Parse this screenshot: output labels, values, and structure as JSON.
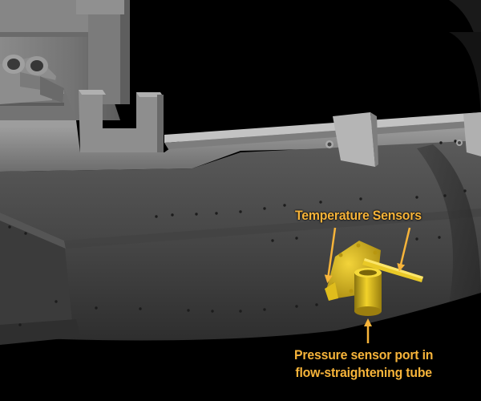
{
  "diagram": {
    "labels": {
      "temperature_sensors": "Temperature Sensors",
      "pressure_port_line1": "Pressure sensor port in",
      "pressure_port_line2": "flow-straightening tube"
    },
    "colors": {
      "background": "#000000",
      "hull": "#4a4a4a",
      "deck": "#8e8e8e",
      "sensor": "#e3c01c",
      "label": "#f7b43a"
    }
  }
}
